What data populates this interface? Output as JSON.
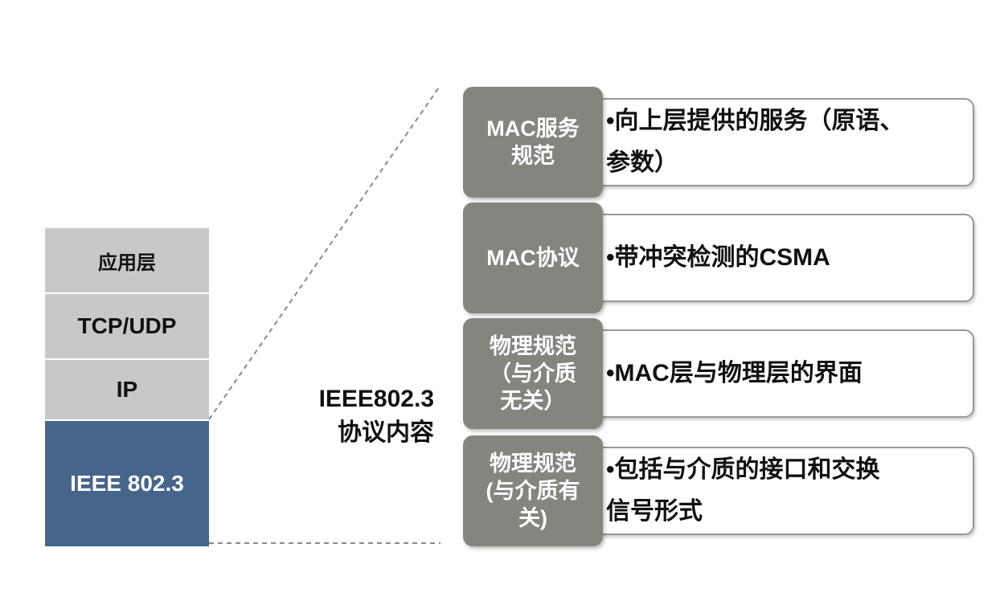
{
  "protocol_stack": {
    "layers": [
      {
        "label": "应用层"
      },
      {
        "label": "TCP/UDP"
      },
      {
        "label": "IP"
      },
      {
        "label": "IEEE 802.3"
      }
    ]
  },
  "center_label": {
    "line1": "IEEE802.3",
    "line2": "协议内容"
  },
  "components": [
    {
      "tag_lines": [
        "MAC服务",
        "规范"
      ],
      "detail_lines": [
        "•向上层提供的服务（原语、",
        "参数）"
      ]
    },
    {
      "tag_lines": [
        "MAC协议"
      ],
      "detail_lines": [
        "•带冲突检测的CSMA"
      ]
    },
    {
      "tag_lines": [
        "物理规范",
        "（与介质",
        "无关）"
      ],
      "detail_lines": [
        "•MAC层与物理层的界面"
      ]
    },
    {
      "tag_lines": [
        "物理规范",
        "(与介质有",
        "关)"
      ],
      "detail_lines": [
        "•包括与介质的接口和交换",
        "信号形式"
      ]
    }
  ],
  "colors": {
    "stack_gray": "#c8c8c8",
    "stack_blue": "#46658a",
    "tag_gray": "#858580",
    "detail_border": "#9a9a9a"
  }
}
